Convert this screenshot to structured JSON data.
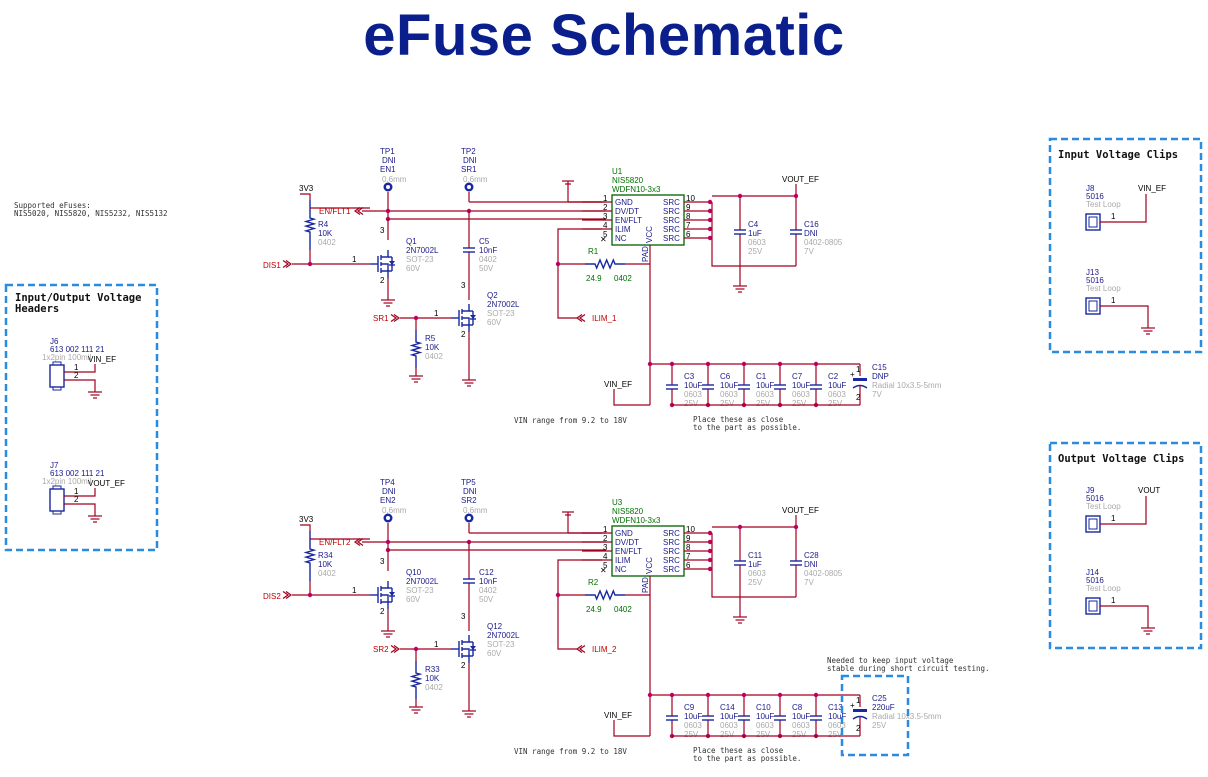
{
  "title": "eFuse Schematic",
  "supported": {
    "line1": "Supported eFuses:",
    "line2": "NIS5020, NIS5820, NIS5232, NIS5132"
  },
  "groups": {
    "headers": "Input/Output Voltage Headers",
    "input_clips": "Input Voltage Clips",
    "output_clips": "Output Voltage Clips"
  },
  "connectors": {
    "J6": {
      "ref": "J6",
      "pn": "613 002 111 21",
      "pkg": "1x2pin 100mil",
      "net": "VIN_EF"
    },
    "J7": {
      "ref": "J7",
      "pn": "613 002 111 21",
      "pkg": "1x2pin 100mil",
      "net": "VOUT_EF"
    },
    "J8": {
      "ref": "J8",
      "pn": "5016",
      "pkg": "Test Loop",
      "net": "VIN_EF"
    },
    "J13": {
      "ref": "J13",
      "pn": "5016",
      "pkg": "Test Loop"
    },
    "J9": {
      "ref": "J9",
      "pn": "5016",
      "pkg": "Test Loop",
      "net": "VOUT"
    },
    "J14": {
      "ref": "J14",
      "pn": "5016",
      "pkg": "Test Loop"
    }
  },
  "channels": [
    {
      "tp_a": [
        "TP1",
        "DNI",
        "EN1",
        "0.6mm"
      ],
      "tp_b": [
        "TP2",
        "DNI",
        "SR1",
        "0.6mm"
      ],
      "rail": "3V3",
      "en": "EN/FLT1",
      "dis": "DIS1",
      "sr": "SR1",
      "ilim": "ILIM_1",
      "r_pull": [
        "R4",
        "10K",
        "0402"
      ],
      "r_sr": [
        "R5",
        "10K",
        "0402"
      ],
      "fet_a": [
        "Q1",
        "2N7002L",
        "SOT-23",
        "60V"
      ],
      "fet_b": [
        "Q2",
        "2N7002L",
        "SOT-23",
        "60V"
      ],
      "c_sr": [
        "C5",
        "10nF",
        "0402",
        "50V"
      ],
      "u": [
        "U1",
        "NIS5820",
        "WDFN10-3x3"
      ],
      "r_ilim": [
        "R1",
        "24.9",
        "0402"
      ],
      "vout": "VOUT_EF",
      "vin": "VIN_EF",
      "c_out1": [
        "C4",
        "1uF",
        "0603",
        "25V"
      ],
      "c_out2": [
        "C16",
        "DNI",
        "0402-0805",
        "7V"
      ],
      "c_in": [
        [
          "C3",
          "10uF",
          "0603",
          "25V"
        ],
        [
          "C6",
          "10uF",
          "0603",
          "25V"
        ],
        [
          "C1",
          "10uF",
          "0603",
          "25V"
        ],
        [
          "C7",
          "10uF",
          "0603",
          "25V"
        ],
        [
          "C2",
          "10uF",
          "0603",
          "25V"
        ]
      ],
      "c_bulk": [
        "C15",
        "DNP",
        "Radial 10x3.5-5mm",
        "7V"
      ],
      "vin_range": "VIN range from 9.2 to 18V",
      "note": [
        "Place these as close",
        "to the part as possible."
      ]
    },
    {
      "tp_a": [
        "TP4",
        "DNI",
        "EN2",
        "0.6mm"
      ],
      "tp_b": [
        "TP5",
        "DNI",
        "SR2",
        "0.6mm"
      ],
      "rail": "3V3",
      "en": "EN/FLT2",
      "dis": "DIS2",
      "sr": "SR2",
      "ilim": "ILIM_2",
      "r_pull": [
        "R34",
        "10K",
        "0402"
      ],
      "r_sr": [
        "R33",
        "10K",
        "0402"
      ],
      "fet_a": [
        "Q10",
        "2N7002L",
        "SOT-23",
        "60V"
      ],
      "fet_b": [
        "Q12",
        "2N7002L",
        "SOT-23",
        "60V"
      ],
      "c_sr": [
        "C12",
        "10nF",
        "0402",
        "50V"
      ],
      "u": [
        "U3",
        "NIS5820",
        "WDFN10-3x3"
      ],
      "r_ilim": [
        "R2",
        "24.9",
        "0402"
      ],
      "vout": "VOUT_EF",
      "vin": "VIN_EF",
      "c_out1": [
        "C11",
        "1uF",
        "0603",
        "25V"
      ],
      "c_out2": [
        "C28",
        "DNI",
        "0402-0805",
        "7V"
      ],
      "c_in": [
        [
          "C9",
          "10uF",
          "0603",
          "25V"
        ],
        [
          "C14",
          "10uF",
          "0603",
          "25V"
        ],
        [
          "C10",
          "10uF",
          "0603",
          "25V"
        ],
        [
          "C8",
          "10uF",
          "0603",
          "25V"
        ],
        [
          "C13",
          "10uF",
          "0603",
          "25V"
        ]
      ],
      "c_bulk": [
        "C25",
        "220uF",
        "Radial 10x3.5-5mm",
        "25V"
      ],
      "vin_range": "VIN range from 9.2 to 18V",
      "note": [
        "Place these as close",
        "to the part as possible."
      ],
      "bulk_note": [
        "Needed to keep input voltage",
        "stable during short circuit testing."
      ]
    }
  ],
  "ic_pins_left": [
    [
      "1",
      "GND"
    ],
    [
      "2",
      "DV/DT"
    ],
    [
      "3",
      "EN/FLT"
    ],
    [
      "4",
      "ILIM"
    ],
    [
      "5",
      "NC"
    ]
  ],
  "ic_pins_right": [
    [
      "10",
      "SRC"
    ],
    [
      "9",
      "SRC"
    ],
    [
      "8",
      "SRC"
    ],
    [
      "7",
      "SRC"
    ],
    [
      "6",
      "SRC"
    ]
  ],
  "ic_pin_vcc": "VCC",
  "ic_pin_pad": "PAD",
  "fet_pins": [
    "3",
    "1",
    "2"
  ],
  "pin_nums": [
    "1",
    "2",
    "+"
  ],
  "colors": {
    "title": "#0b1f8c",
    "wire": "#a0001e",
    "component": "#1828a0",
    "group_box": "#2a8be0"
  }
}
